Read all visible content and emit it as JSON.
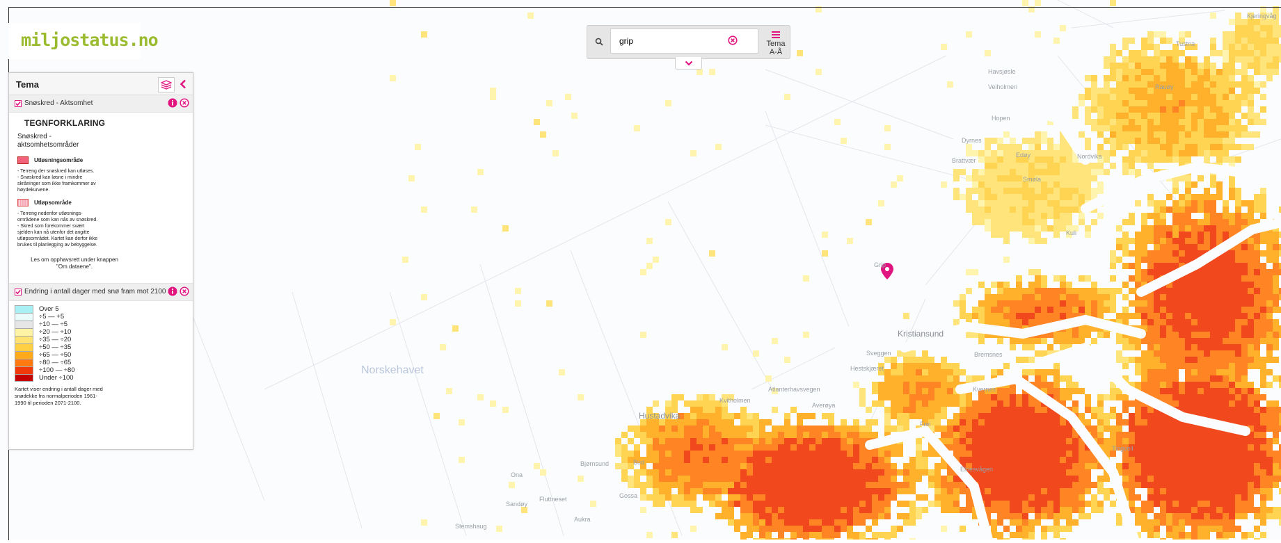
{
  "logo": {
    "text": "miljostatus.no"
  },
  "search": {
    "value": "grip",
    "menu_label": "Tema A-Å"
  },
  "panel": {
    "title": "Tema",
    "layer1": {
      "title": "Snøskred - Aktsomhet",
      "legend_title": "TEGNFORKLARING",
      "subtitle": "Snøskred - aktsomhetsområder",
      "class1": {
        "label": "Utløsningsområde",
        "desc": "- Terreng der snøskred kan utløses.\n- Snøskred kan løsne i mindre skråninger som ikke framkommer av høydekurvene."
      },
      "class2": {
        "label": "Utløpsområde",
        "desc": "- Terreng nedenfor utløsnings-områdene som kan nås av snøskred.\n- Skred som forekommer svært sjelden kan nå utenfor det angitte utløpsområdet. Kartet kan derfor ikke brukes til planlegging av bebyggelse."
      },
      "note": "Les om opphavsrett under knappen \"Om dataene\"."
    },
    "layer2": {
      "title": "Endring i antall dager med snø fram mot 2100",
      "classes": [
        {
          "label": "Over 5",
          "color": "#a9f0f5"
        },
        {
          "label": "÷5 — +5",
          "color": "#e9fbfb"
        },
        {
          "label": "÷10 — ÷5",
          "color": "#e6e6e6"
        },
        {
          "label": "÷20 — ÷10",
          "color": "#fff3a6"
        },
        {
          "label": "÷35 — ÷20",
          "color": "#ffe270"
        },
        {
          "label": "÷50 — ÷35",
          "color": "#ffd043"
        },
        {
          "label": "÷65 — ÷50",
          "color": "#ffaa1a"
        },
        {
          "label": "÷80 — ÷65",
          "color": "#ff7a10"
        },
        {
          "label": "÷100 — ÷80",
          "color": "#f03a0a"
        },
        {
          "label": "Under ÷100",
          "color": "#c40000"
        }
      ],
      "note": "Kartet viser endring i antall dager med snødekke fra normalperioden 1961-1990 til perioden 2071-2100."
    }
  },
  "map": {
    "sea_label": "Norskehavet",
    "town_label": "Kristiansund",
    "marker_label": "Grip",
    "places": [
      "Kjeringvåg",
      "Tustna",
      "Havsjøsle",
      "Veiholmen",
      "Smøla",
      "Hopen",
      "Brattvær",
      "Dyrnes",
      "Edøy",
      "Nordvika",
      "Kuli",
      "Sveggen",
      "Hestskjæret",
      "Atlanterhavsvegen",
      "Kvitholmen",
      "Hustadvika",
      "Bud",
      "Bjørnsund",
      "Averøya",
      "Bremsnes",
      "Frei",
      "Tingvoll",
      "Kvernes",
      "Aukra",
      "Ona",
      "Sandøy",
      "Fluttneset",
      "Stemshaug",
      "Elnesvågen",
      "Gossa",
      "Rauøy"
    ],
    "accent": "#e0157f"
  }
}
